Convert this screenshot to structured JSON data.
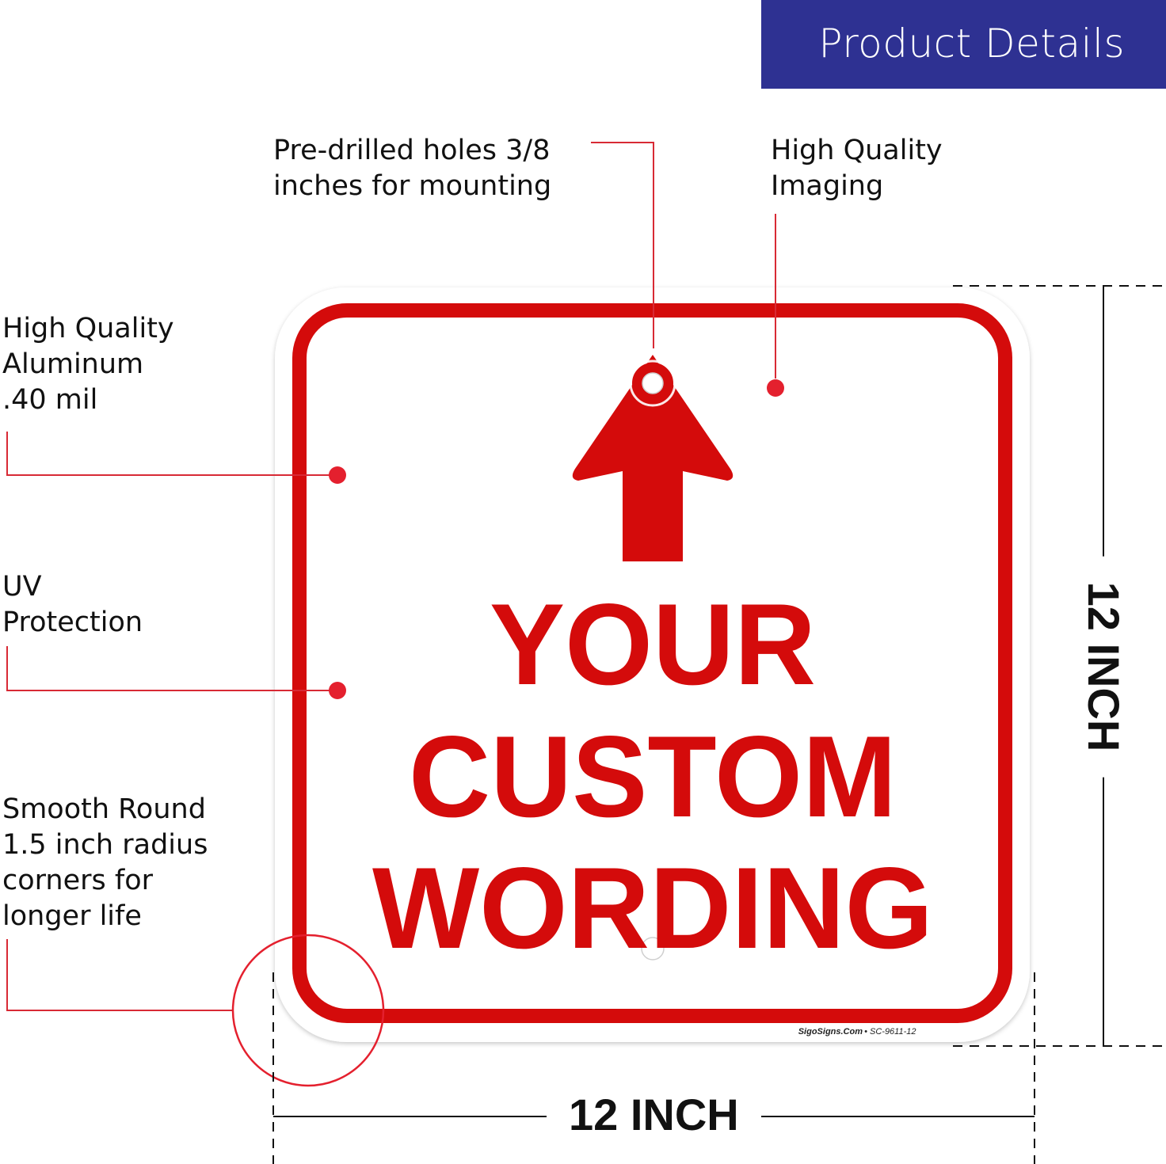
{
  "header": {
    "title": "Product Details"
  },
  "callouts": {
    "holes": [
      "Pre-drilled holes 3/8",
      "inches for mounting"
    ],
    "imaging": [
      "High Quality",
      "Imaging"
    ],
    "aluminum": [
      "High Quality",
      "Aluminum",
      ".40 mil"
    ],
    "uv": [
      "UV",
      "Protection"
    ],
    "corners": [
      "Smooth Round",
      "1.5 inch radius",
      "corners for",
      "longer life"
    ]
  },
  "sign": {
    "lines": [
      "YOUR",
      "CUSTOM",
      "WORDING"
    ],
    "brand": "SigoSigns.Com",
    "code": "SC-9611-12",
    "arrow_direction": "up"
  },
  "dimensions": {
    "width_label": "12 INCH",
    "height_label": "12 INCH"
  },
  "colors": {
    "banner": "#2e3192",
    "sign_red": "#d40b0b",
    "callout_line": "#d82a35"
  }
}
